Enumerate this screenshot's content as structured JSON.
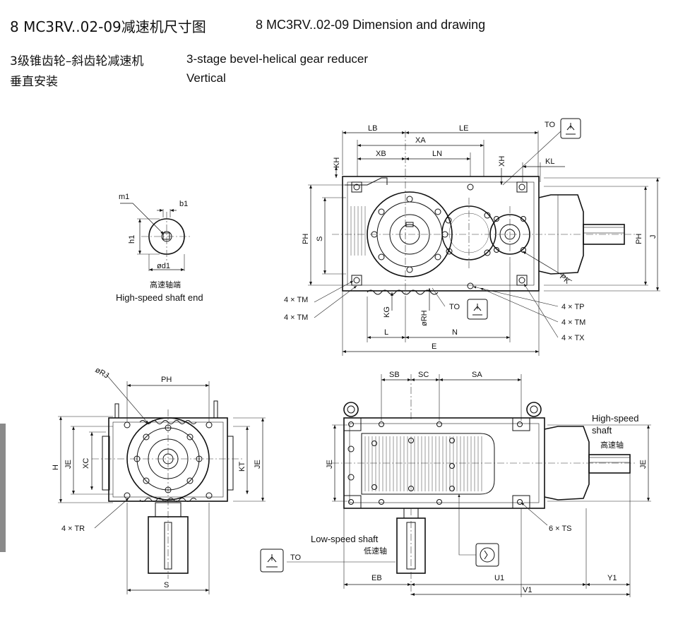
{
  "header": {
    "title_cn": "8 MC3RV..02-09减速机尺寸图",
    "title_en": "8 MC3RV..02-09 Dimension and drawing",
    "subtitle1_cn": "3级锥齿轮–斜齿轮减速机",
    "subtitle1_en": "3-stage bevel-helical gear reducer",
    "subtitle2_cn": "垂直安装",
    "subtitle2_en": "Vertical"
  },
  "shaft_end": {
    "labels": {
      "m1": "m1",
      "b1": "b1",
      "h1": "h1",
      "d1": "ød1"
    },
    "caption_cn": "高速轴端",
    "caption_en": "High-speed shaft end"
  },
  "top_view": {
    "dims": {
      "LB": "LB",
      "LE": "LE",
      "XA": "XA",
      "XB": "XB",
      "LN": "LN",
      "KH": "KH",
      "XH": "XH",
      "KL": "KL",
      "TO": "TO",
      "PH": "PH",
      "S": "S",
      "J": "J",
      "PK": "PK",
      "KG": "KG",
      "RH": "øRH",
      "L": "L",
      "N": "N",
      "E": "E"
    },
    "callouts": {
      "tm_a": "4 × TM",
      "tm_b": "4 × TM",
      "tp": "4 × TP",
      "tm_c": "4 × TM",
      "tx": "4 × TX"
    }
  },
  "end_view": {
    "dims": {
      "RJ": "øRJ",
      "PH": "PH",
      "H": "H",
      "JE": "JE",
      "XC": "XC",
      "KT": "KT",
      "JE2": "JE",
      "S": "S"
    },
    "callouts": {
      "tr": "4 × TR"
    }
  },
  "front_view": {
    "dims": {
      "SB": "SB",
      "SC": "SC",
      "SA": "SA",
      "JE_L": "JE",
      "JE_R": "JE",
      "EB": "EB",
      "U1": "U1",
      "V1": "V1",
      "Y1": "Y1"
    },
    "labels": {
      "high_speed_en_1": "High-speed",
      "high_speed_en_2": "shaft",
      "high_speed_cn": "高速轴",
      "low_speed_en": "Low-speed shaft",
      "low_speed_cn": "低速轴",
      "ts": "6 × TS",
      "to": "TO"
    }
  },
  "icons": [
    "oil-fill-icon",
    "oil-drain-icon",
    "oil-level-icon"
  ]
}
